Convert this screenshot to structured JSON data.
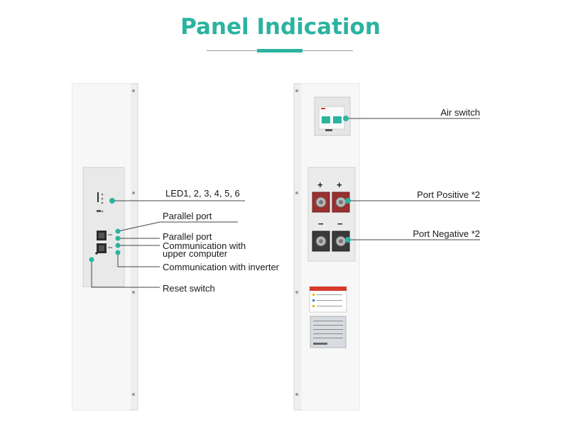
{
  "title": "Panel Indication",
  "accent_color": "#2bb3a0",
  "left_labels": {
    "led": "LED1, 2, 3, 4, 5, 6",
    "parallel_port_1": "Parallel port",
    "parallel_port_2": "Parallel port",
    "comm_upper_line1": "Communication with",
    "comm_upper_line2": "upper computer",
    "comm_inverter": "Communication with inverter",
    "reset_switch": "Reset switch"
  },
  "right_labels": {
    "air_switch": "Air switch",
    "port_positive": "Port Positive *2",
    "port_negative": "Port Negative *2"
  },
  "terminal_signs": {
    "plus": "+",
    "minus": "−"
  }
}
